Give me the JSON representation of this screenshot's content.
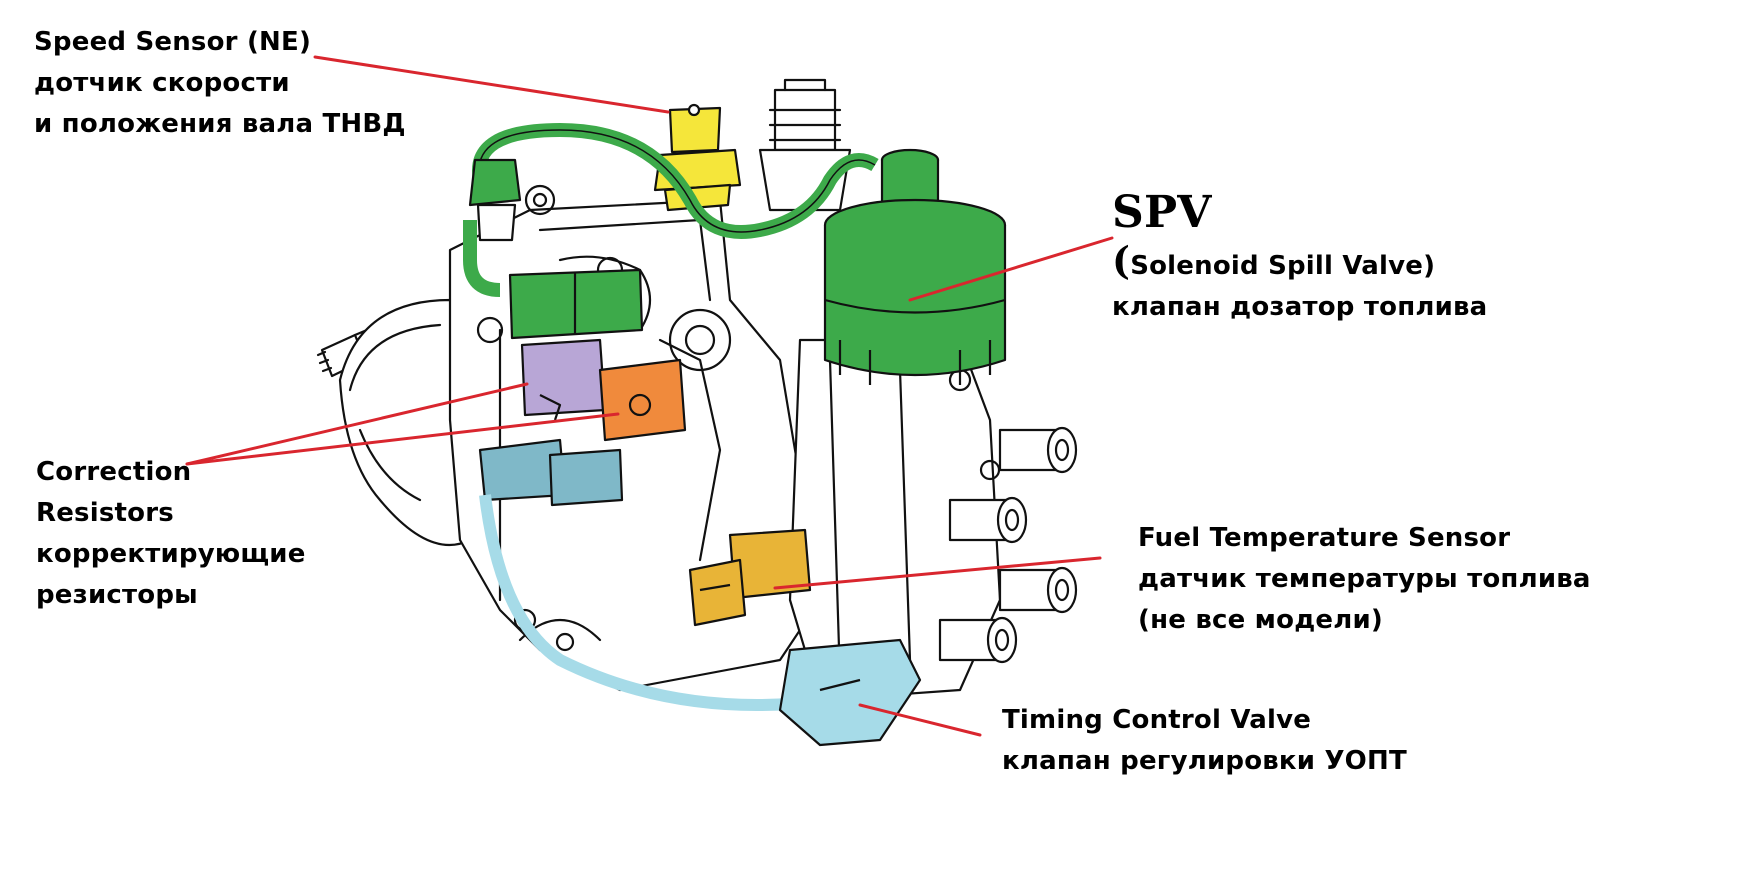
{
  "labels": {
    "speed_sensor": {
      "line1": "Speed Sensor (NE)",
      "line2": "дотчик скорости",
      "line3": "и положения вала ТНВД"
    },
    "spv": {
      "title": "SPV",
      "open_paren": "(",
      "line2": "Solenoid Spill Valve)",
      "line3": "клапан дозатор топлива"
    },
    "correction_resistors": {
      "line1": "Correction",
      "line2": "Resistors",
      "line3": "корректирующие",
      "line4": "резисторы"
    },
    "fuel_temperature_sensor": {
      "line1": "Fuel Temperature Sensor",
      "line2": "датчик температуры топлива",
      "line3": "(не все модели)"
    },
    "timing_control_valve": {
      "line1": "Timing Control Valve",
      "line2": "клапан регулировки УОПТ"
    }
  },
  "colors": {
    "leader_line": "#d9262e",
    "speed_sensor": "#f5e63a",
    "spv": "#3daa4a",
    "wire_harness": "#3daa4a",
    "correction_resistor_1": "#b8a6d6",
    "correction_resistor_2": "#f08a3c",
    "fuel_temperature_sensor": "#e8b437",
    "timing_control_valve": "#a6dbe8",
    "connector_blue": "#7fb8c8"
  }
}
